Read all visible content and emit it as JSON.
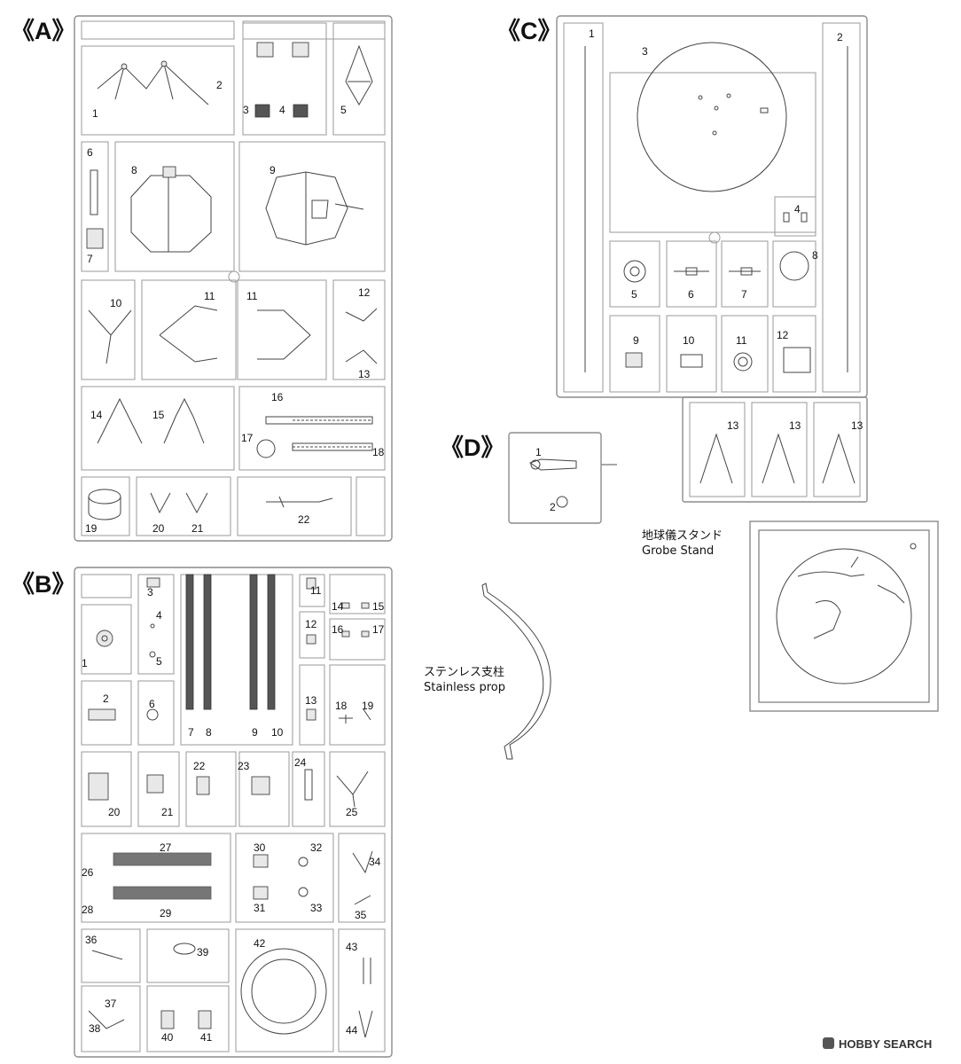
{
  "sprues": {
    "A": {
      "title": "《A》",
      "numbers": [
        "1",
        "2",
        "3",
        "4",
        "5",
        "6",
        "7",
        "8",
        "9",
        "10",
        "11",
        "11",
        "12",
        "13",
        "14",
        "15",
        "16",
        "17",
        "18",
        "19",
        "20",
        "21",
        "22"
      ]
    },
    "B": {
      "title": "《B》",
      "numbers": [
        "1",
        "2",
        "3",
        "4",
        "5",
        "6",
        "7",
        "8",
        "9",
        "10",
        "11",
        "12",
        "13",
        "14",
        "15",
        "16",
        "17",
        "18",
        "19",
        "20",
        "21",
        "22",
        "23",
        "24",
        "25",
        "26",
        "27",
        "28",
        "29",
        "30",
        "31",
        "32",
        "33",
        "34",
        "35",
        "36",
        "37",
        "38",
        "39",
        "40",
        "41",
        "42",
        "43",
        "44"
      ]
    },
    "C": {
      "title": "《C》",
      "numbers": [
        "1",
        "2",
        "3",
        "4",
        "5",
        "6",
        "7",
        "8",
        "9",
        "10",
        "11",
        "12",
        "13",
        "13",
        "13"
      ]
    },
    "D": {
      "title": "《D》",
      "numbers": [
        "1",
        "2"
      ]
    }
  },
  "stainless_prop": {
    "label_jp": "ステンレス支柱",
    "label_en": "Stainless prop"
  },
  "globe_stand": {
    "label_jp": "地球儀スタンド",
    "label_en": "Grobe Stand"
  },
  "watermark": "HOBBY SEARCH"
}
